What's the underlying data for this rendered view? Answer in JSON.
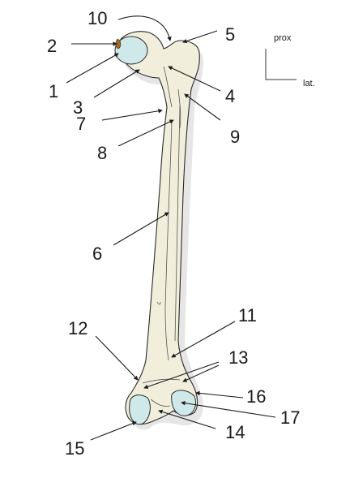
{
  "labels": [
    "1",
    "2",
    "3",
    "4",
    "5",
    "6",
    "7",
    "8",
    "9",
    "10",
    "11",
    "12",
    "13",
    "14",
    "15",
    "16",
    "17"
  ],
  "orientation": {
    "proximal": "prox",
    "lateral": "lat."
  },
  "colors": {
    "bone_fill": "#f1efdc",
    "cartilage_fill": "#cfe9ea",
    "fovea_fill": "#a56a1f",
    "outline": "#2a2a2a"
  }
}
